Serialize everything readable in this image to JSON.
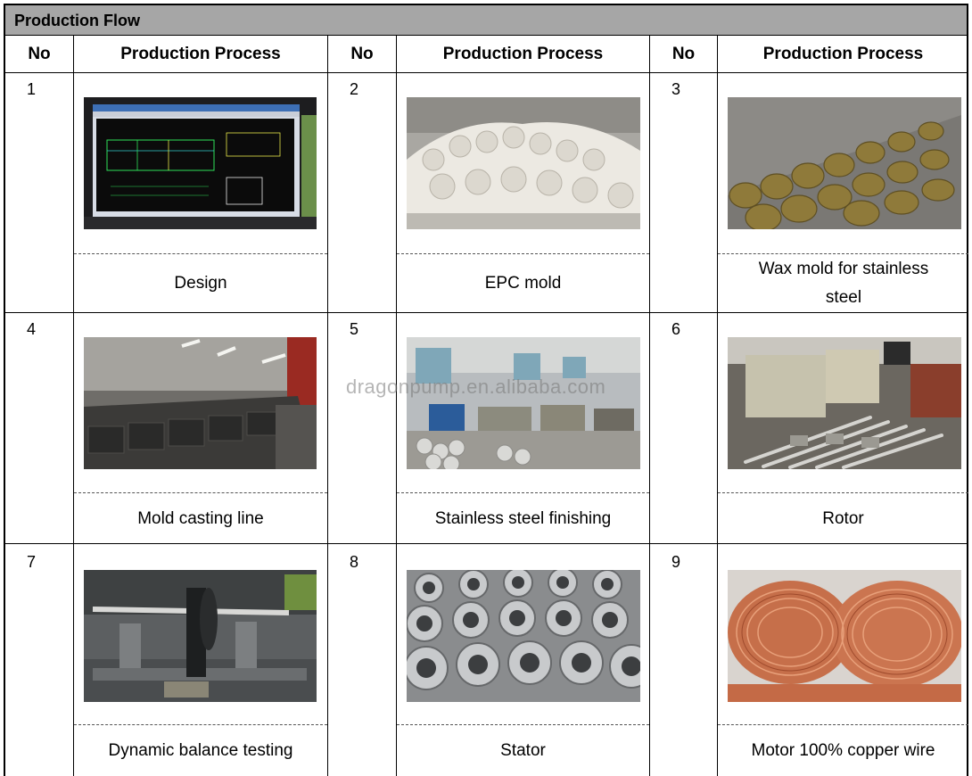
{
  "title": "Production Flow",
  "headers": {
    "no": "No",
    "process": "Production Process"
  },
  "steps": [
    {
      "no": "1",
      "label": "Design",
      "image": "monitor-cad-photo"
    },
    {
      "no": "2",
      "label": "EPC mold",
      "image": "white-foam-molds-photo"
    },
    {
      "no": "3",
      "label": "Wax mold for stainless steel",
      "image": "wax-molds-photo"
    },
    {
      "no": "4",
      "label": "Mold casting line",
      "image": "casting-line-photo"
    },
    {
      "no": "5",
      "label": "Stainless steel finishing",
      "image": "workshop-finishing-photo"
    },
    {
      "no": "6",
      "label": "Rotor",
      "image": "rotor-shafts-photo"
    },
    {
      "no": "7",
      "label": "Dynamic balance testing",
      "image": "balance-machine-photo"
    },
    {
      "no": "8",
      "label": "Stator",
      "image": "stator-laminations-photo"
    },
    {
      "no": "9",
      "label": "Motor 100% copper wire",
      "image": "copper-wire-coils-photo"
    }
  ],
  "watermark": "dragonpump.en.alibaba.com"
}
